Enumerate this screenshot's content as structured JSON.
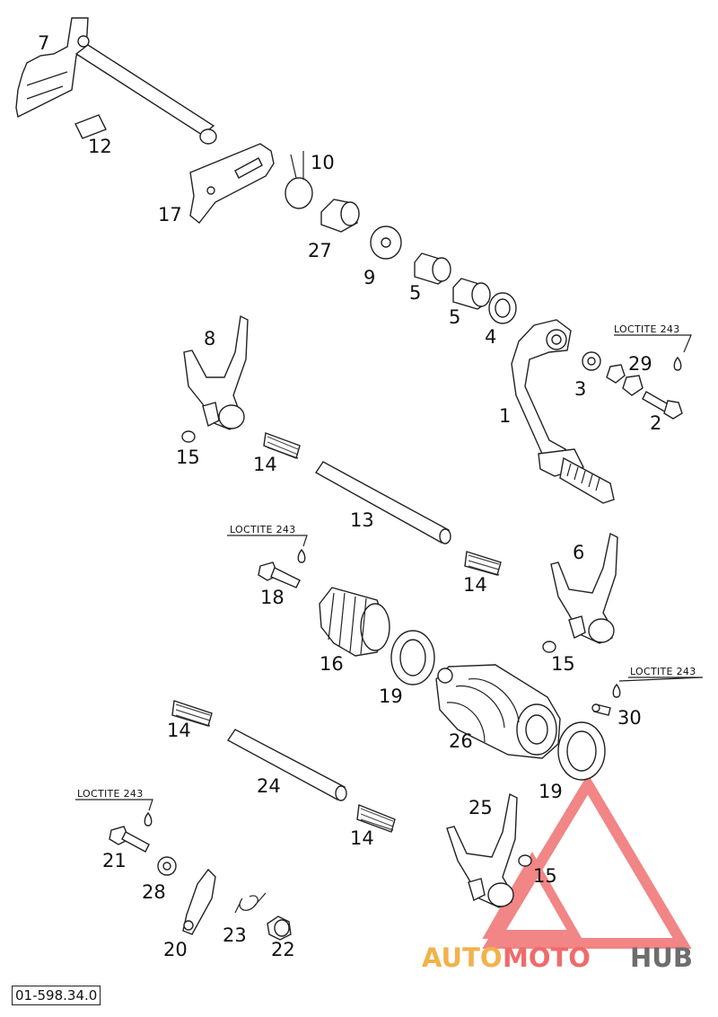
{
  "diagram": {
    "code": "01-598.34.0",
    "loctite_label": "LOCTITE 243",
    "labels": [
      "7",
      "12",
      "10",
      "17",
      "27",
      "9",
      "5",
      "5",
      "4",
      "8",
      "3",
      "29",
      "2",
      "1",
      "15",
      "14",
      "13",
      "18",
      "14",
      "6",
      "16",
      "15",
      "19",
      "30",
      "26",
      "14",
      "24",
      "19",
      "21",
      "14",
      "25",
      "15",
      "28",
      "20",
      "23",
      "22"
    ]
  },
  "watermark": {
    "part1": "AUTO",
    "part2": "MOTO",
    "part3": "HUB",
    "colors": [
      "#f2b24a",
      "#f06b6b",
      "#6d6d6d"
    ]
  }
}
